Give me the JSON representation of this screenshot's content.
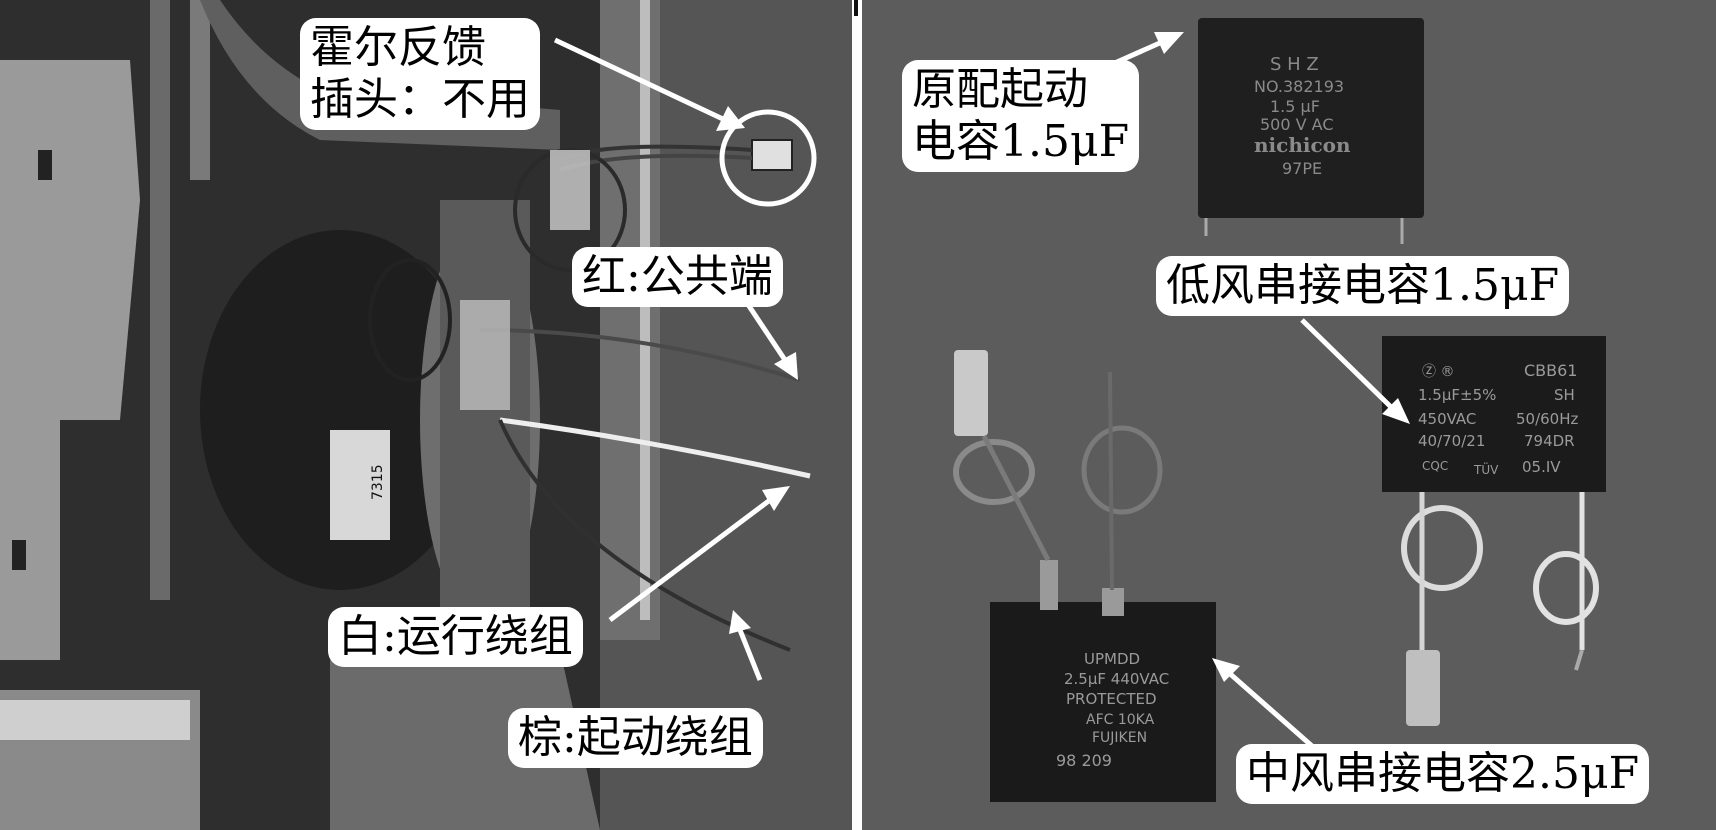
{
  "left_labels": {
    "hall_line1": "霍尔反馈",
    "hall_line2": "插头：不用",
    "red": "红:公共端",
    "white": "白:运行绕组",
    "brown": "棕:起动绕组"
  },
  "right_labels": {
    "original": "原配起动",
    "original2": "电容1.5μF",
    "low": "低风串接电容1.5μF",
    "mid": "中风串接电容2.5μF"
  },
  "capacitor_print": {
    "nichicon_brand": "S H Z",
    "nichicon_no": "NO.382193",
    "nichicon_val": "1.5 μF",
    "nichicon_volt": "500 V AC",
    "nichicon_name": "nichicon",
    "nichicon_code": "97PE",
    "cbb_model": "CBB61",
    "cbb_val": "1.5μF±5%",
    "cbb_sh": "SH",
    "cbb_volt": "450VAC",
    "cbb_freq": "50/60Hz",
    "cbb_cls": "40/70/21",
    "cbb_dr": "794DR",
    "cbb_cqc": "CQC",
    "cbb_tuv": "TÜV",
    "cbb_date": "05.IV",
    "upm_brand": "UPMDD",
    "upm_val": "2.5μF 440VAC",
    "upm_prot": "PROTECTED",
    "upm_afc": "AFC 10KA",
    "upm_fuji": "FUJIKEN",
    "upm_code": "98 209",
    "motor_code": "7315"
  }
}
